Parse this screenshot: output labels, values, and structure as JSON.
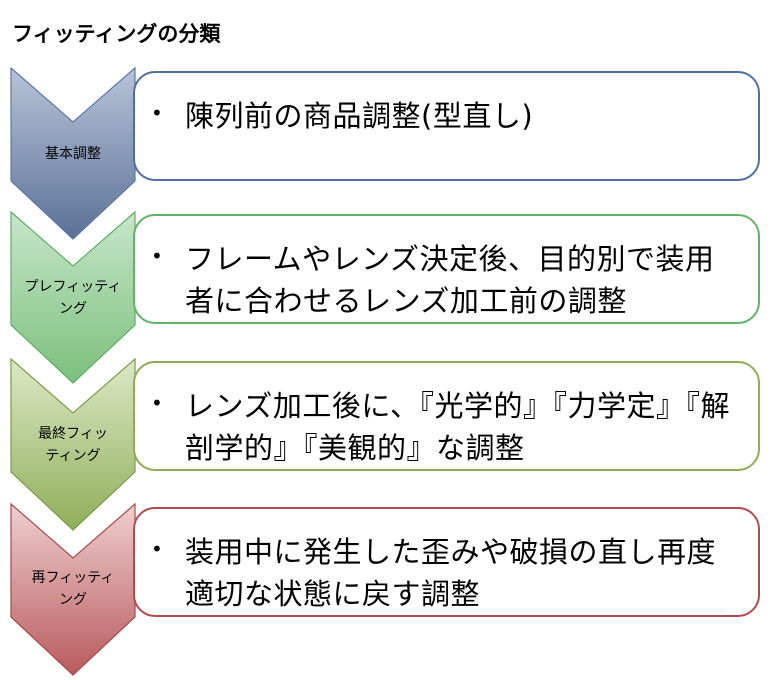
{
  "page": {
    "title": "フィッティングの分類"
  },
  "stages": [
    {
      "label_lines": [
        "基本調整"
      ],
      "bullet": "•",
      "text": "陳列前の商品調整(型直し)",
      "colors": {
        "top": "#b7c4d8",
        "bottom": "#5a7196",
        "stroke": "#5d78a6",
        "border": "#4f6fa3"
      }
    },
    {
      "label_lines": [
        "プレフィッティ",
        "ング"
      ],
      "bullet": "•",
      "text": "フレームやレンズ決定後、目的別で装用者に合わせるレンズ加工前の調整",
      "colors": {
        "top": "#c8e6c9",
        "bottom": "#7bbf7d",
        "stroke": "#5fae63",
        "border": "#61b365"
      }
    },
    {
      "label_lines": [
        "最終フィッ",
        "ティング"
      ],
      "bullet": "•",
      "text": "レンズ加工後に、『光学的』『力学定』『解剖学的』『美観的』な調整",
      "colors": {
        "top": "#dde8c6",
        "bottom": "#8fae5a",
        "stroke": "#7c9c4a",
        "border": "#8fac55"
      }
    },
    {
      "label_lines": [
        "再フィッティ",
        "ング"
      ],
      "bullet": "•",
      "text": "装用中に発生した歪みや破損の直し再度適切な状態に戻す調整",
      "colors": {
        "top": "#efcfd0",
        "bottom": "#b95a5c",
        "stroke": "#a44a4d",
        "border": "#b34a4f"
      }
    }
  ]
}
